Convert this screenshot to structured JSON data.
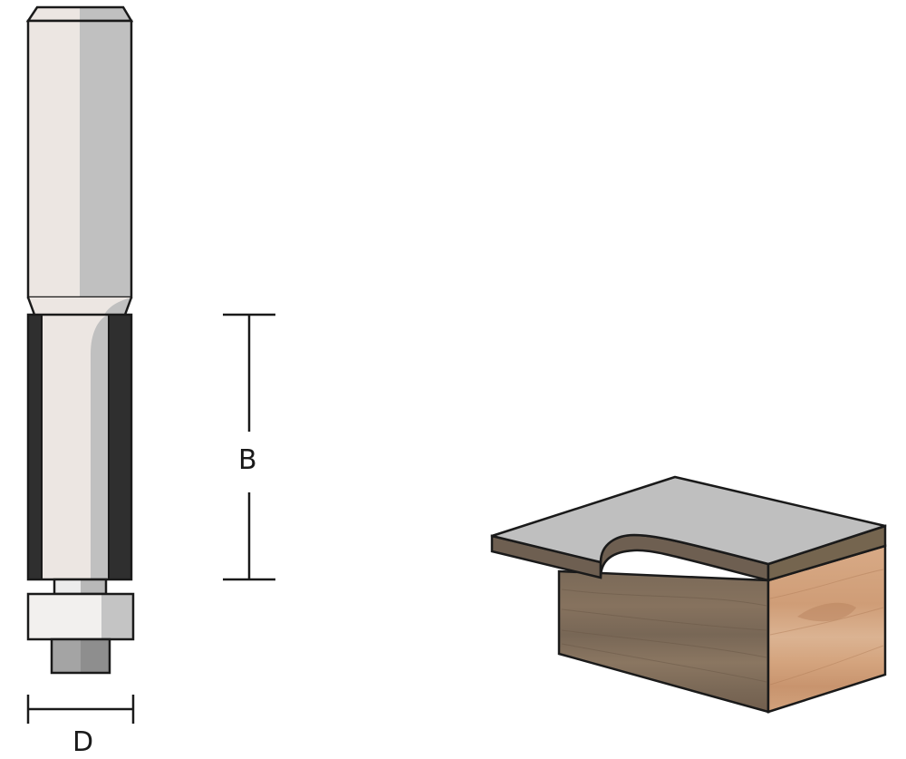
{
  "diagram": {
    "title": "Flush trim router bit with bearing and resulting profile",
    "router_bit": {
      "parts": [
        "shank",
        "cutter-body",
        "carbide-flutes",
        "pilot-neck",
        "bearing",
        "retaining-nut"
      ],
      "colors": {
        "shank_light": "#ece6e2",
        "shank_dark": "#c0c0c0",
        "flute": "#2f2f2f",
        "bearing_light": "#f2f0ee",
        "bearing_dark": "#c4c4c4",
        "nut_light": "#a4a4a4",
        "nut_dark": "#8e8e8e",
        "outline": "#1a1a1a"
      }
    },
    "dimensions": {
      "B": {
        "label": "B",
        "meaning": "cutting length"
      },
      "D": {
        "label": "D",
        "meaning": "cutting diameter"
      }
    },
    "workpiece": {
      "top_color": "#bfbfbf",
      "edge_color": "#6e5f51",
      "front_wood": "#7a6a5a",
      "end_grain": "#d2a37f"
    }
  }
}
